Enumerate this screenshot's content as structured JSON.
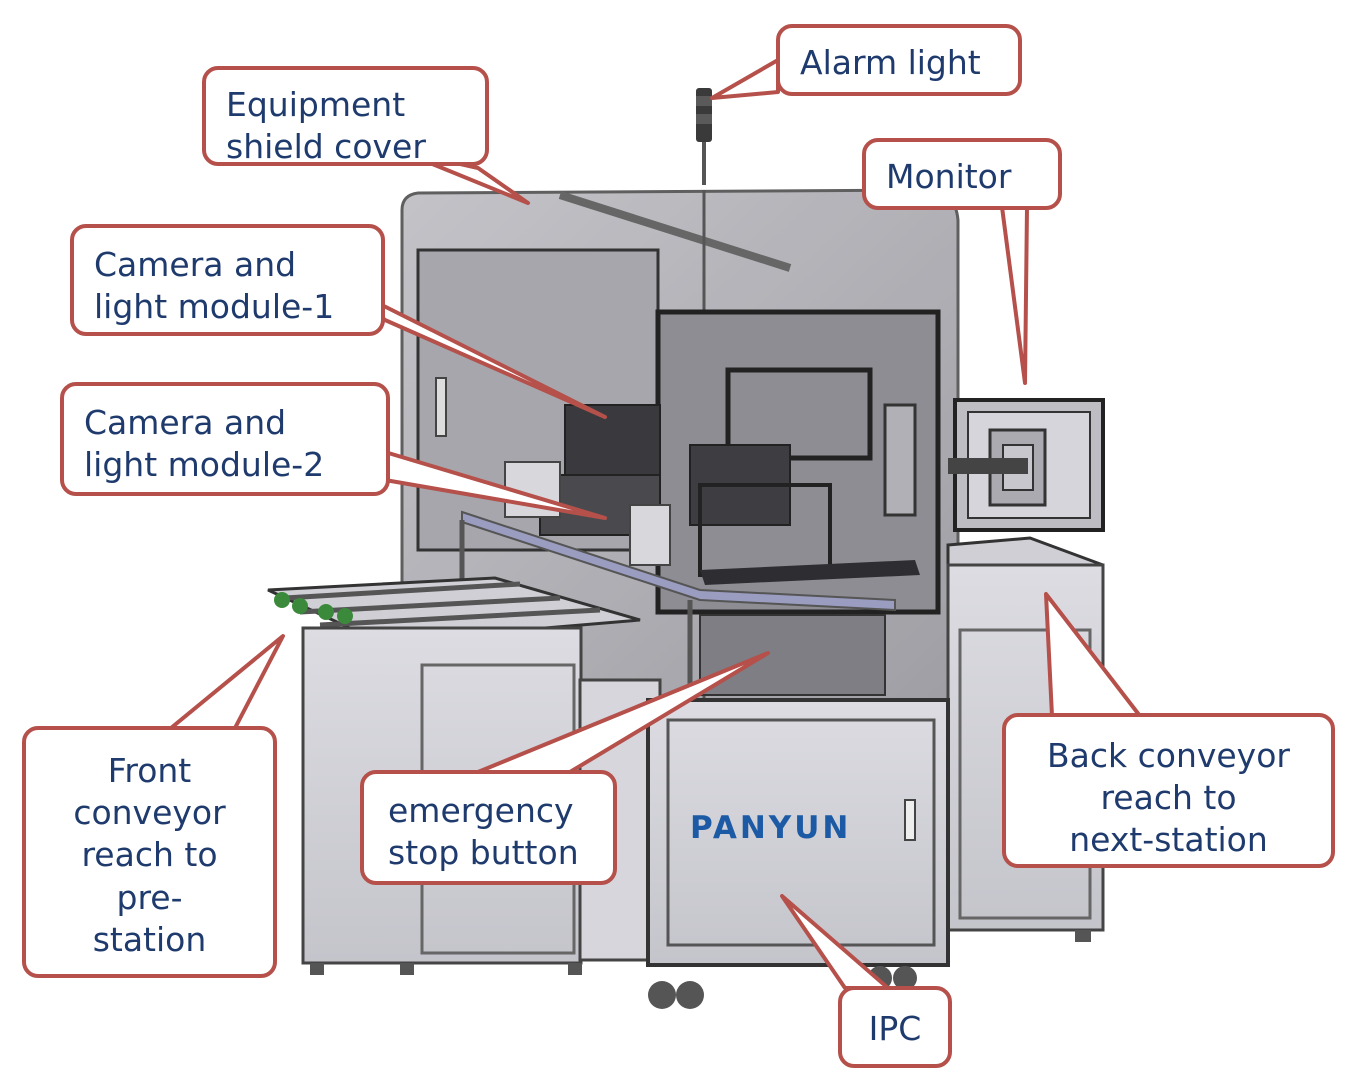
{
  "colors": {
    "callout_border": "#b5504a",
    "callout_text": "#1f3b6e",
    "brand_text": "#1d5aa6",
    "machine_frame": "#c9c9cf",
    "machine_shield": "#9a9aa0"
  },
  "brand": {
    "logo_text": "PANYUN"
  },
  "callouts": {
    "alarm_light": {
      "lines": [
        "Alarm light"
      ]
    },
    "equipment_shield_cover": {
      "lines": [
        "Equipment",
        "shield cover"
      ]
    },
    "monitor": {
      "lines": [
        "Monitor"
      ]
    },
    "camera_module_1": {
      "lines": [
        "Camera and",
        "light module-1"
      ]
    },
    "camera_module_2": {
      "lines": [
        "Camera and",
        "light module-2"
      ]
    },
    "front_conveyor": {
      "lines": [
        "Front",
        "conveyor",
        "reach to",
        "pre-",
        "station"
      ]
    },
    "emergency_stop": {
      "lines": [
        "emergency",
        "stop button"
      ]
    },
    "back_conveyor": {
      "lines": [
        "Back conveyor",
        "reach to",
        "next-station"
      ]
    },
    "ipc": {
      "lines": [
        "IPC"
      ]
    }
  }
}
